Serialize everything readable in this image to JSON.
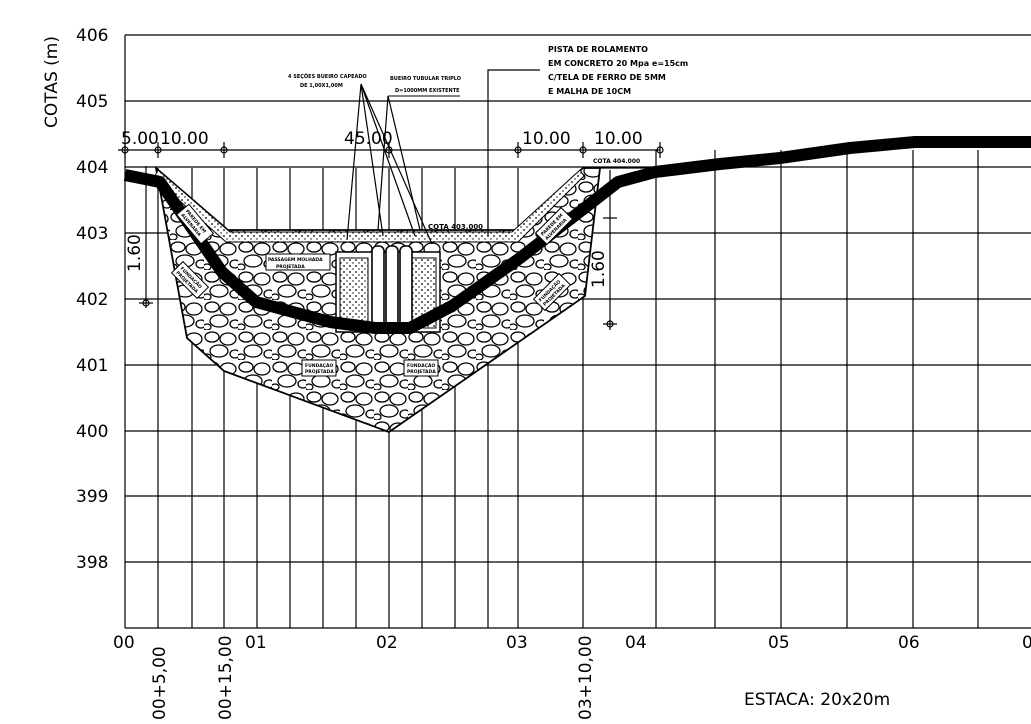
{
  "drawing": {
    "y_axis_label": "COTAS  (m)",
    "y_ticks": [
      "406",
      "405",
      "404",
      "403",
      "402",
      "401",
      "400",
      "399",
      "398"
    ],
    "x_ticks": [
      "00",
      "01",
      "02",
      "03",
      "04",
      "05",
      "06",
      "0"
    ],
    "x_sub_ticks": [
      "00+5,00",
      "00+15,00",
      "03+10,00"
    ],
    "dimensions": [
      "5.00",
      "10.00",
      "45.00",
      "10.00",
      "10.00"
    ],
    "vertical_dims": [
      "1.60",
      "1.60"
    ],
    "stake_label": "ESTACA:  20x20m",
    "notes": {
      "pista": [
        "PISTA DE ROLAMENTO",
        "EM CONCRETO 20 Mpa e=15cm",
        "C/TELA DE FERRO DE 5MM",
        "E MALHA DE 10CM"
      ],
      "celulas": [
        "4 SEÇÕES BUEIRO CAPEADO",
        "DE 1,00X1,00M"
      ],
      "bueiro": [
        "BUEIRO TUBULAR TRIPLO",
        "D=1000MM EXISTENTE"
      ],
      "cota_403": "COTA 403.000",
      "cota_404": "COTA 404.000",
      "box_labels": [
        "PAREDE EM",
        "ALVENARIA",
        "FUNDAÇÃO",
        "PROJETADA",
        "PASSAGEM MOLHADA",
        "PROJETADA"
      ]
    }
  }
}
